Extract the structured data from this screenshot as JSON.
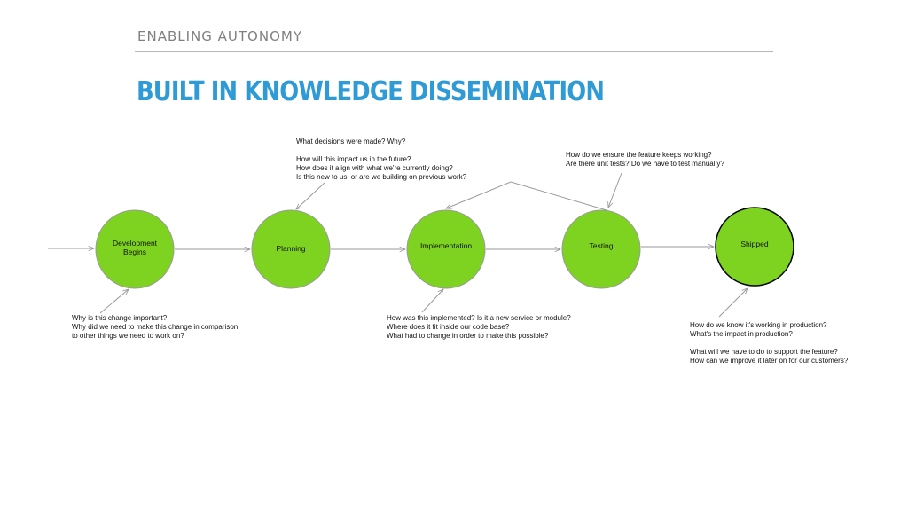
{
  "header": {
    "section_label": "ENABLING AUTONOMY",
    "title": "BUILT IN KNOWLEDGE DISSEMINATION"
  },
  "colors": {
    "title": "#2e9ad6",
    "node_fill": "#7ed321",
    "node_stroke": "#999999",
    "node_highlight_stroke": "#000000",
    "connector": "#999999"
  },
  "nodes": [
    {
      "label_lines": [
        "Development",
        "Begins"
      ]
    },
    {
      "label_lines": [
        "Planning"
      ]
    },
    {
      "label_lines": [
        "Implementation"
      ]
    },
    {
      "label_lines": [
        "Testing"
      ]
    },
    {
      "label_lines": [
        "Shipped"
      ]
    }
  ],
  "notes": {
    "development": [
      "Why is this change important?",
      "Why did we need to make this change in comparison",
      "to other things we need to work on?"
    ],
    "planning": [
      "What decisions were made? Why?",
      "",
      "How will this impact us in the future?",
      "How does it align with what we're currently doing?",
      "Is this new to us, or are we building on previous work?"
    ],
    "implementation": [
      "How was this implemented? Is it a new service or module?",
      "Where does it fit inside our code base?",
      "What had to change in order to make this possible?"
    ],
    "testing": [
      "How do we ensure the feature keeps working?",
      "Are there unit tests? Do we have to test manually?"
    ],
    "shipped": [
      "How do we know it's working in production?",
      "What's the impact in production?",
      "",
      "What will we have to do to support the feature?",
      "How can we improve it later on for our customers?"
    ]
  }
}
